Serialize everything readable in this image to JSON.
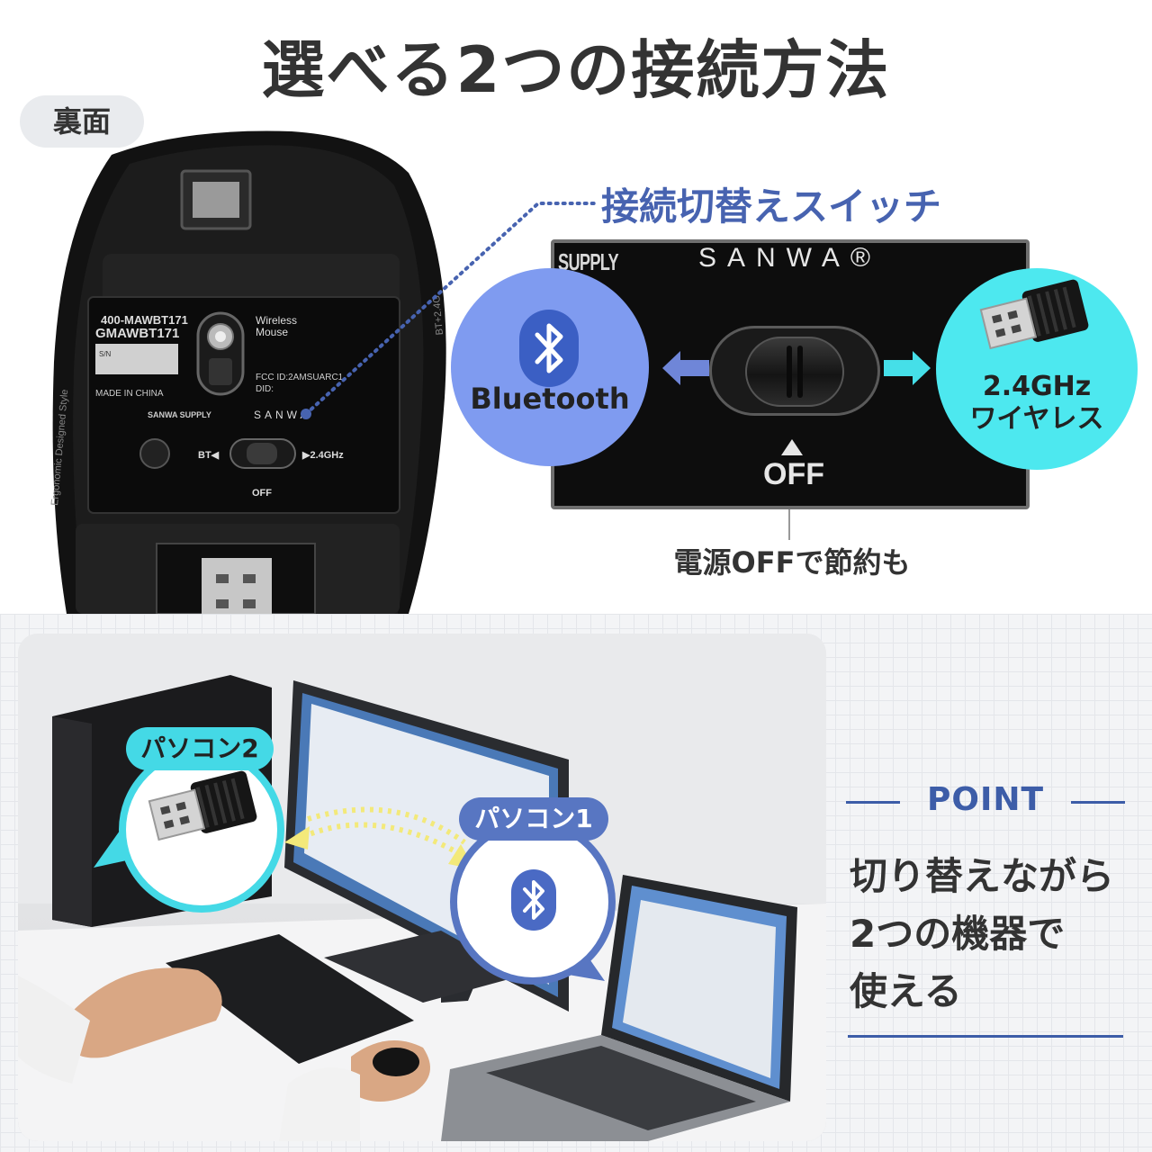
{
  "header": {
    "title": "選べる2つの接続方法",
    "back_badge": "裏面"
  },
  "mouse": {
    "model_line1": "400-MAWBT171",
    "model_line2": "GMAWBT171",
    "serial_label": "S/N",
    "made_in": "MADE IN CHINA",
    "wireless": "Wireless",
    "mouse": "Mouse",
    "fcc": "FCC ID:2AMSUARC1",
    "did": "DID:",
    "brand_supply": "SANWA SUPPLY",
    "brand_sanwa": "SANWA",
    "bt_mark": "BT◀",
    "ghz_mark": "▶2.4GHz",
    "off_mark": "OFF",
    "side_text": "Ergonomic Designed Style",
    "side_text2": "BT+2.4G"
  },
  "switch_callout": {
    "title": "接続切替えスイッチ",
    "panel_supply": "SUPPLY",
    "panel_sanwa": "SANWA®",
    "off": "OFF",
    "bluetooth_label": "Bluetooth",
    "ghz_label_line1": "2.4GHz",
    "ghz_label_line2": "ワイヤレス",
    "power_note": "電源OFFで節約も"
  },
  "scene": {
    "pc2_label": "パソコン2",
    "pc1_label": "パソコン1"
  },
  "point": {
    "heading": "POINT",
    "body_line1": "切り替えながら",
    "body_line2": "2つの機器で",
    "body_line3": "使える"
  },
  "colors": {
    "accent_blue": "#3d5da8",
    "bluetooth_circle": "#7f9bf0",
    "ghz_circle": "#4de8ef",
    "badge_blue": "#5876c2",
    "badge_cyan": "#44d9e6"
  },
  "icons": [
    "bluetooth-icon",
    "usb-dongle-icon",
    "arrow-left-icon",
    "arrow-right-icon",
    "triangle-up-icon"
  ]
}
